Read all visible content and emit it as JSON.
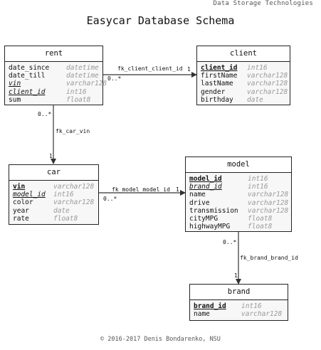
{
  "header_note": "Data Storage Technologies",
  "title": "Easycar Database Schema",
  "footer": "© 2016-2017 Denis Bondarenko, NSU",
  "tables": {
    "rent": {
      "name": "rent",
      "fields": [
        {
          "name": "date_since",
          "type": "datetime",
          "key": ""
        },
        {
          "name": "date_till",
          "type": "datetime",
          "key": ""
        },
        {
          "name": "vin",
          "type": "varchar128",
          "key": "fk"
        },
        {
          "name": "client_id",
          "type": "int16",
          "key": "fk"
        },
        {
          "name": "sum",
          "type": "float8",
          "key": ""
        }
      ]
    },
    "client": {
      "name": "client",
      "fields": [
        {
          "name": "client_id",
          "type": "int16",
          "key": "pk"
        },
        {
          "name": "firstName",
          "type": "varchar128",
          "key": ""
        },
        {
          "name": "lastName",
          "type": "varchar128",
          "key": ""
        },
        {
          "name": "gender",
          "type": "varchar128",
          "key": ""
        },
        {
          "name": "birthday",
          "type": "date",
          "key": ""
        }
      ]
    },
    "car": {
      "name": "car",
      "fields": [
        {
          "name": "vin",
          "type": "varchar128",
          "key": "pk"
        },
        {
          "name": "model_id",
          "type": "int16",
          "key": "fk"
        },
        {
          "name": "color",
          "type": "varchar128",
          "key": ""
        },
        {
          "name": "year",
          "type": "date",
          "key": ""
        },
        {
          "name": "rate",
          "type": "float8",
          "key": ""
        }
      ]
    },
    "model": {
      "name": "model",
      "fields": [
        {
          "name": "model_id",
          "type": "int16",
          "key": "pk"
        },
        {
          "name": "brand_id",
          "type": "int16",
          "key": "fk"
        },
        {
          "name": "name",
          "type": "varchar128",
          "key": ""
        },
        {
          "name": "drive",
          "type": "varchar128",
          "key": ""
        },
        {
          "name": "transmission",
          "type": "varchar128",
          "key": ""
        },
        {
          "name": "cityMPG",
          "type": "float8",
          "key": ""
        },
        {
          "name": "highwayMPG",
          "type": "float8",
          "key": ""
        }
      ]
    },
    "brand": {
      "name": "brand",
      "fields": [
        {
          "name": "brand_id",
          "type": "int16",
          "key": "pk"
        },
        {
          "name": "name",
          "type": "varchar128",
          "key": ""
        }
      ]
    }
  },
  "relations": {
    "rent_client": {
      "name": "fk_client_client_id",
      "many": "0..*",
      "one": "1"
    },
    "rent_car": {
      "name": "fk_car_vin",
      "many": "0..*",
      "one": "1"
    },
    "car_model": {
      "name": "fk_model_model_id",
      "many": "0..*",
      "one": "1"
    },
    "model_brand": {
      "name": "fk_brand_brand_id",
      "many": "0..*",
      "one": "1"
    }
  }
}
